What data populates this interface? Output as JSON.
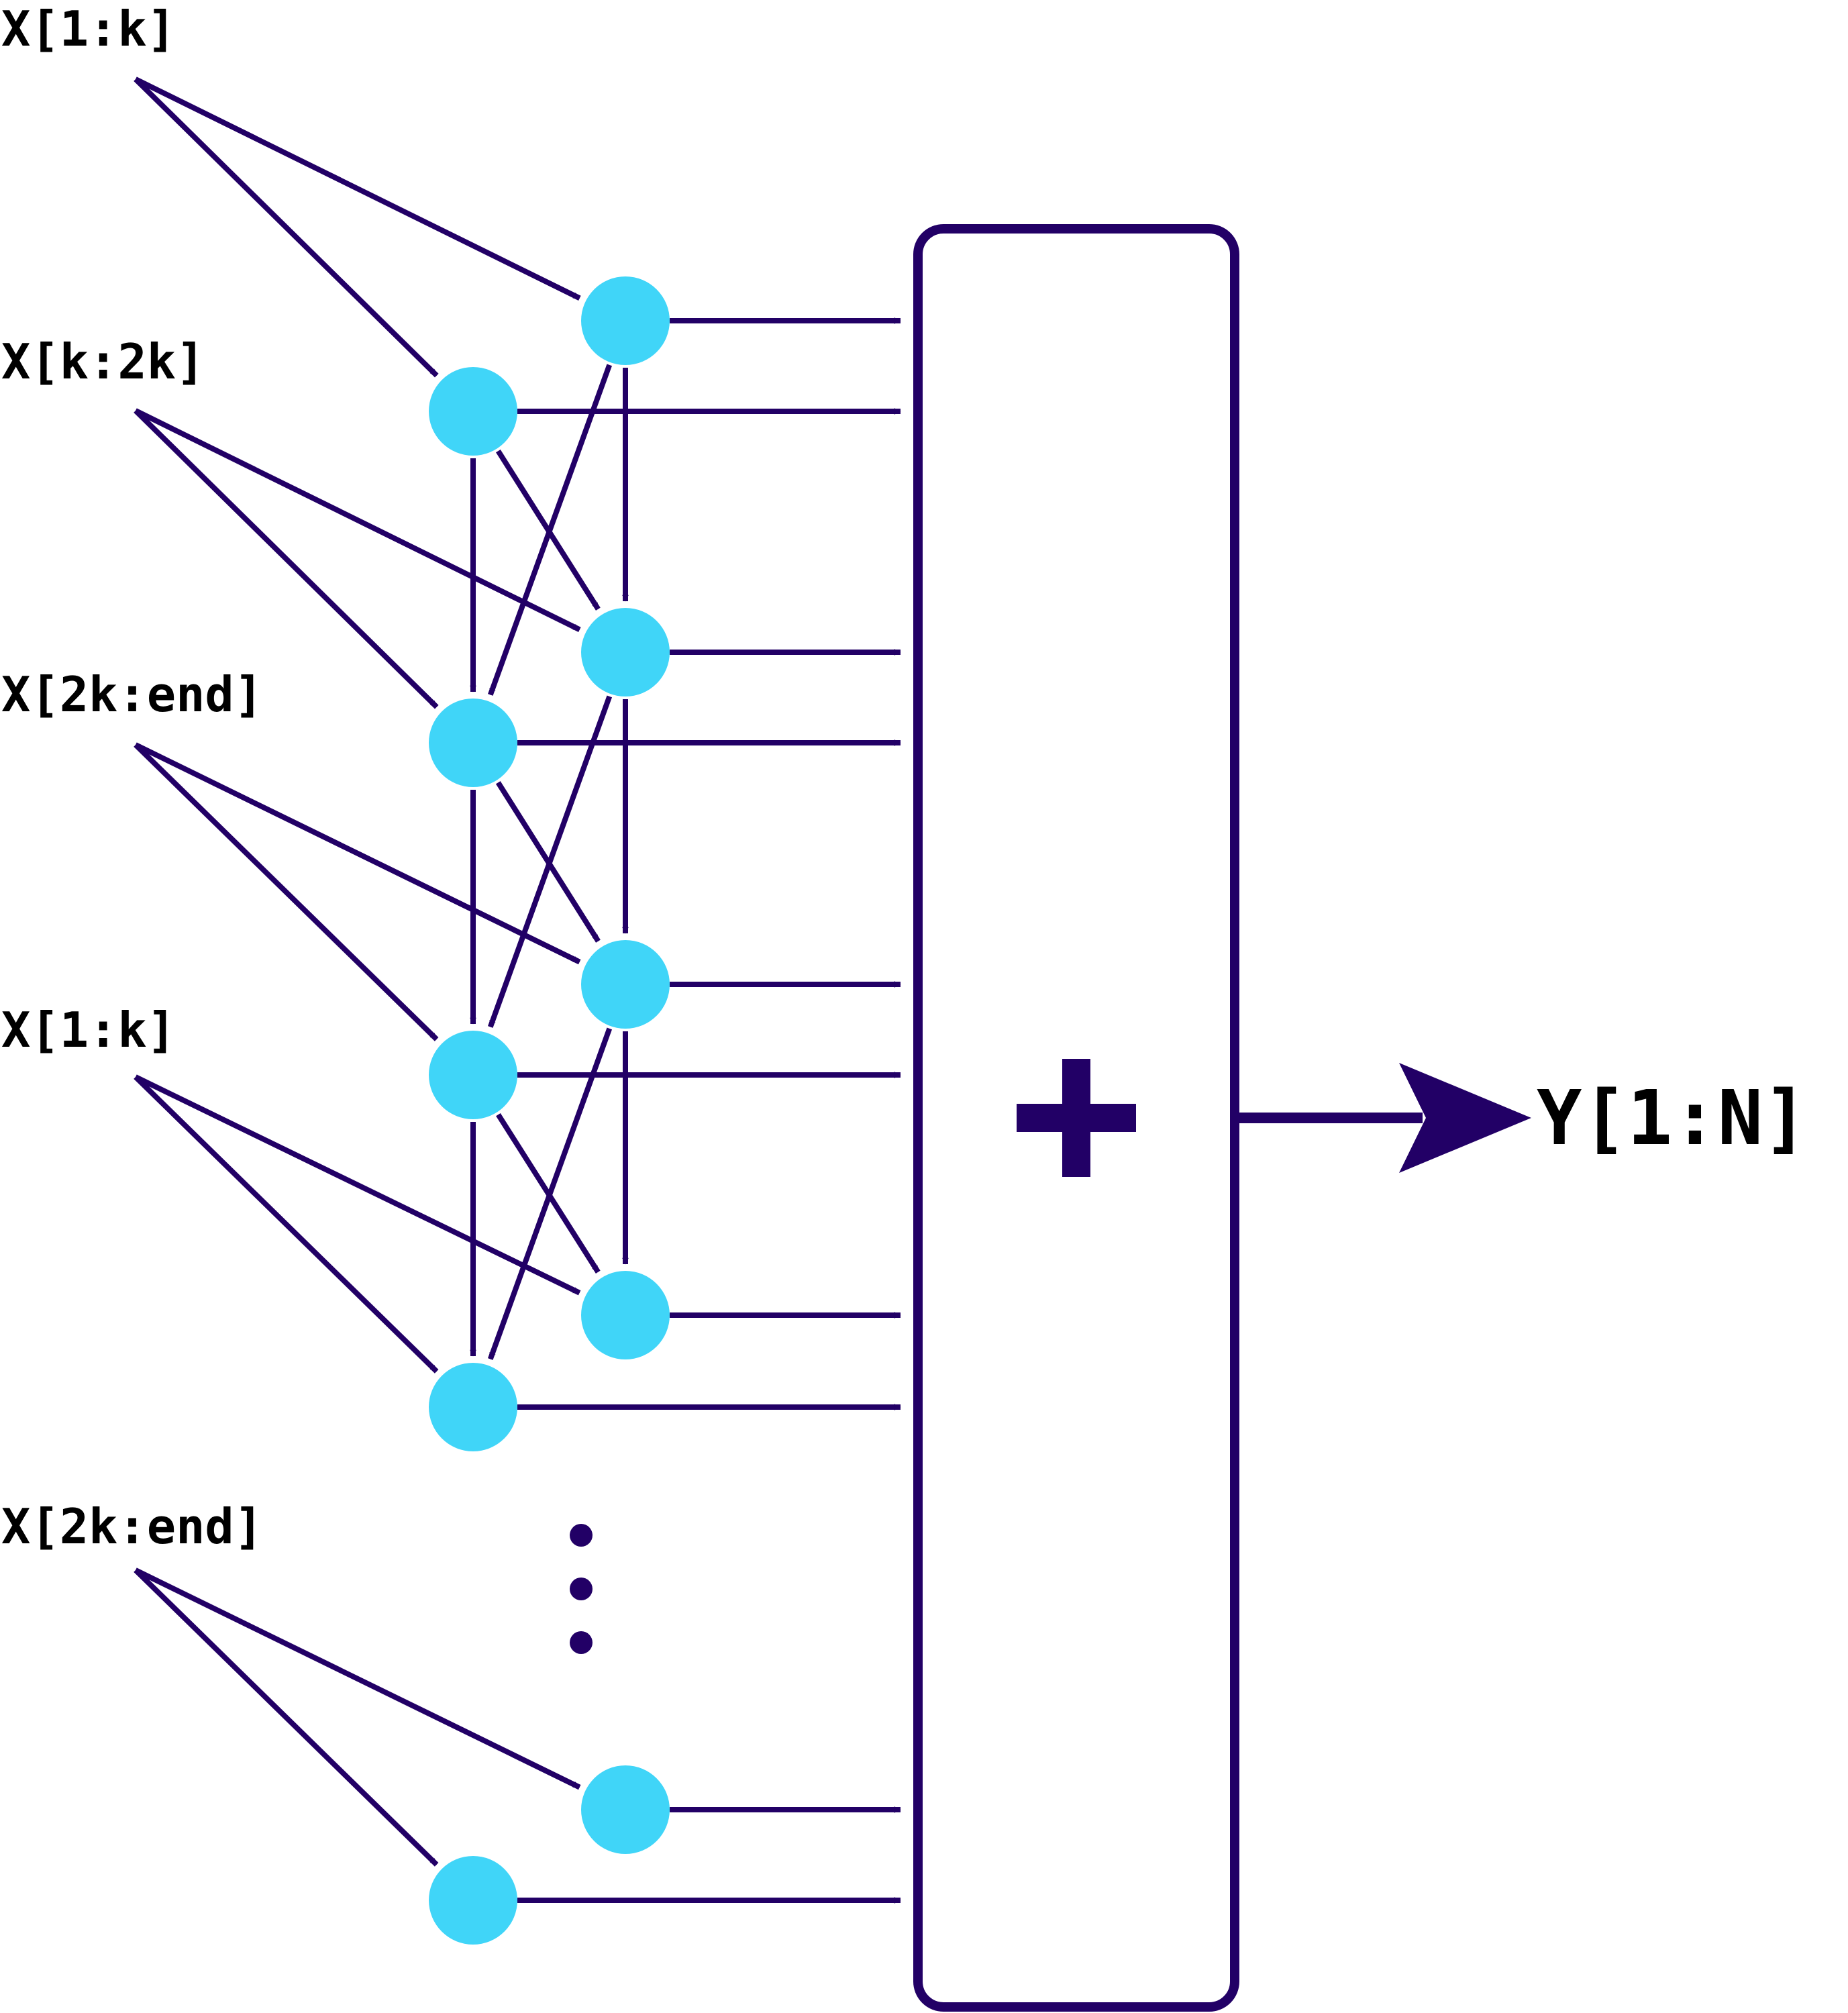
{
  "input_labels": [
    "X[1:k]",
    "X[k:2k]",
    "X[2k:end]",
    "X[1:k]",
    "X[2k:end]"
  ],
  "sum_symbol": "+",
  "output_label": "Y[1:N]",
  "ellipsis": "⋮",
  "colors": {
    "stroke": "#220066",
    "node": "#40d5f8",
    "background": "#ffffff"
  }
}
